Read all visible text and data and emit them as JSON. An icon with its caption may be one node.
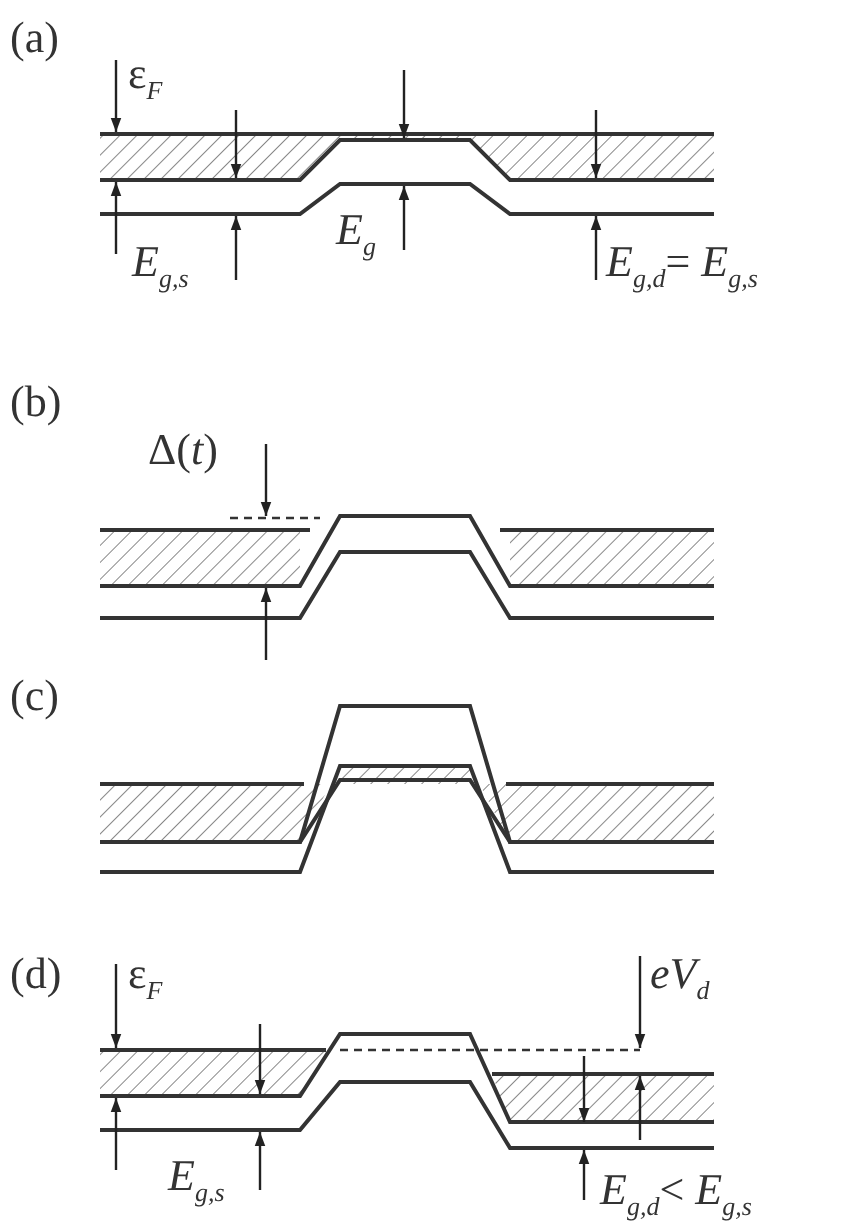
{
  "diagram": {
    "labels": [
      "(a)",
      "ε$_{F}$",
      "*E*$_{g,s}$",
      "*E*$_{g}$",
      "*E*$_{g,d}$= *E*$_{g,s}$",
      "(b)",
      "Δ(*t*)",
      "(c)",
      "(d)",
      "ε$_{F}$",
      "*eV*$_{d}$",
      "*E*$_{g,s}$",
      "*E*$_{g,d}$< *E*$_{g,s}$"
    ]
  }
}
